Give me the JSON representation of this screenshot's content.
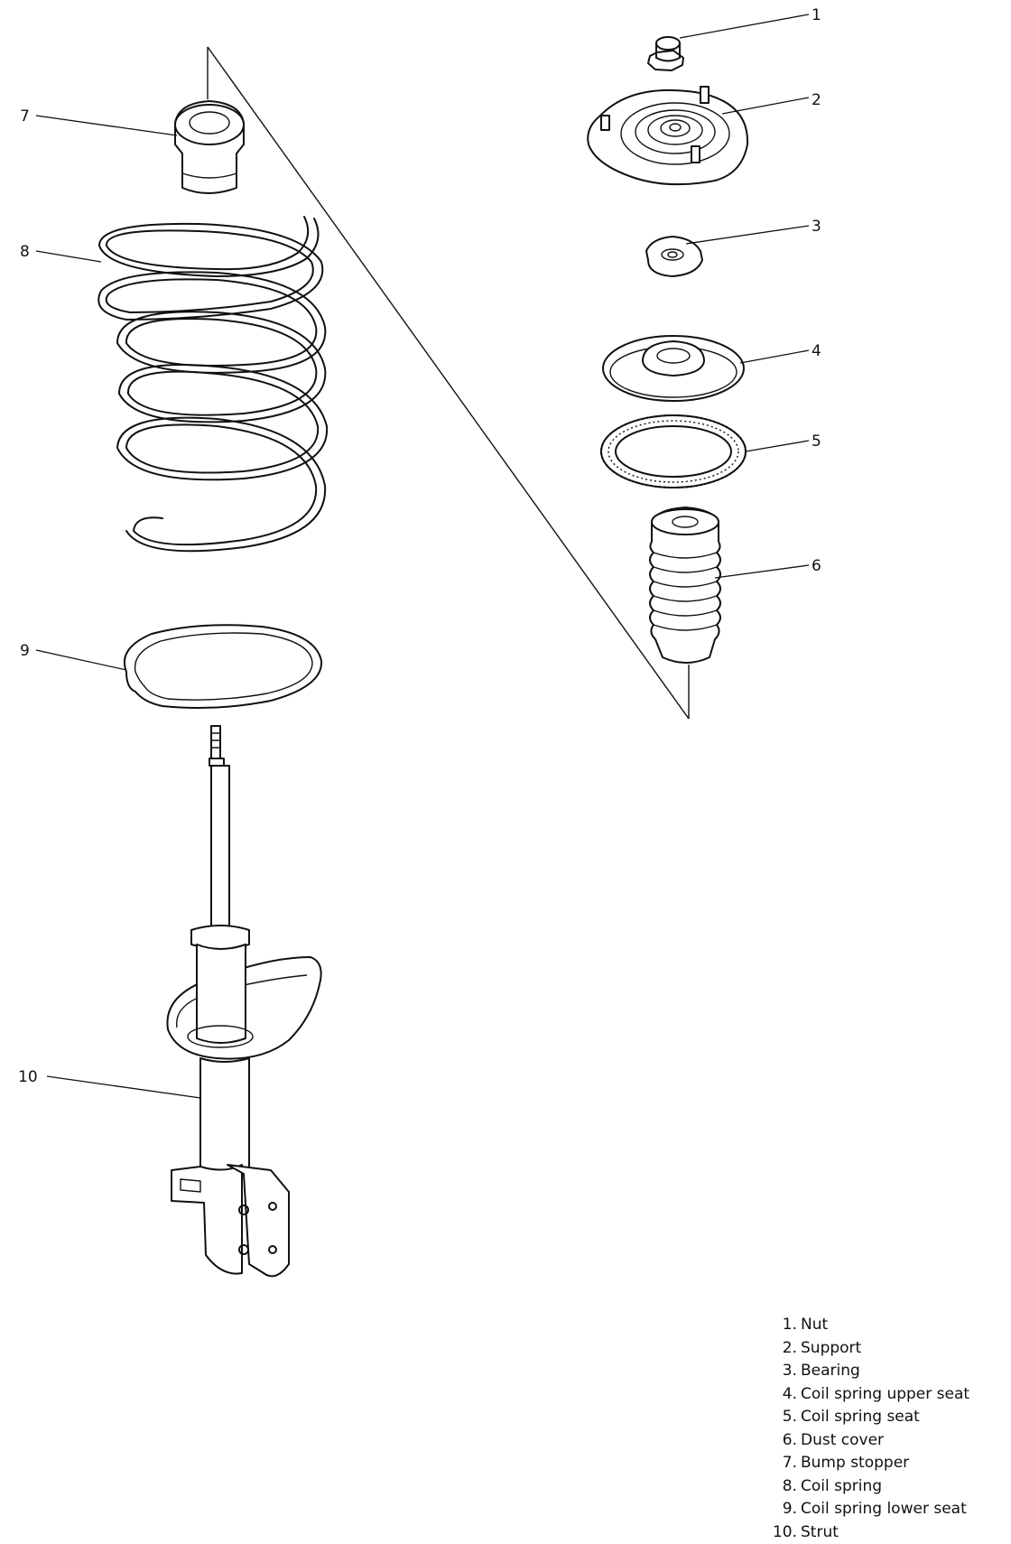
{
  "callouts": [
    "1",
    "2",
    "3",
    "4",
    "5",
    "6",
    "7",
    "8",
    "9",
    "10"
  ],
  "legend": [
    {
      "num": "1.",
      "label": "Nut"
    },
    {
      "num": "2.",
      "label": "Support"
    },
    {
      "num": "3.",
      "label": "Bearing"
    },
    {
      "num": "4.",
      "label": "Coil spring upper seat"
    },
    {
      "num": "5.",
      "label": "Coil spring seat"
    },
    {
      "num": "6.",
      "label": "Dust cover"
    },
    {
      "num": "7.",
      "label": "Bump stopper"
    },
    {
      "num": "8.",
      "label": "Coil spring"
    },
    {
      "num": "9.",
      "label": "Coil spring lower seat"
    },
    {
      "num": "10.",
      "label": "Strut"
    }
  ]
}
